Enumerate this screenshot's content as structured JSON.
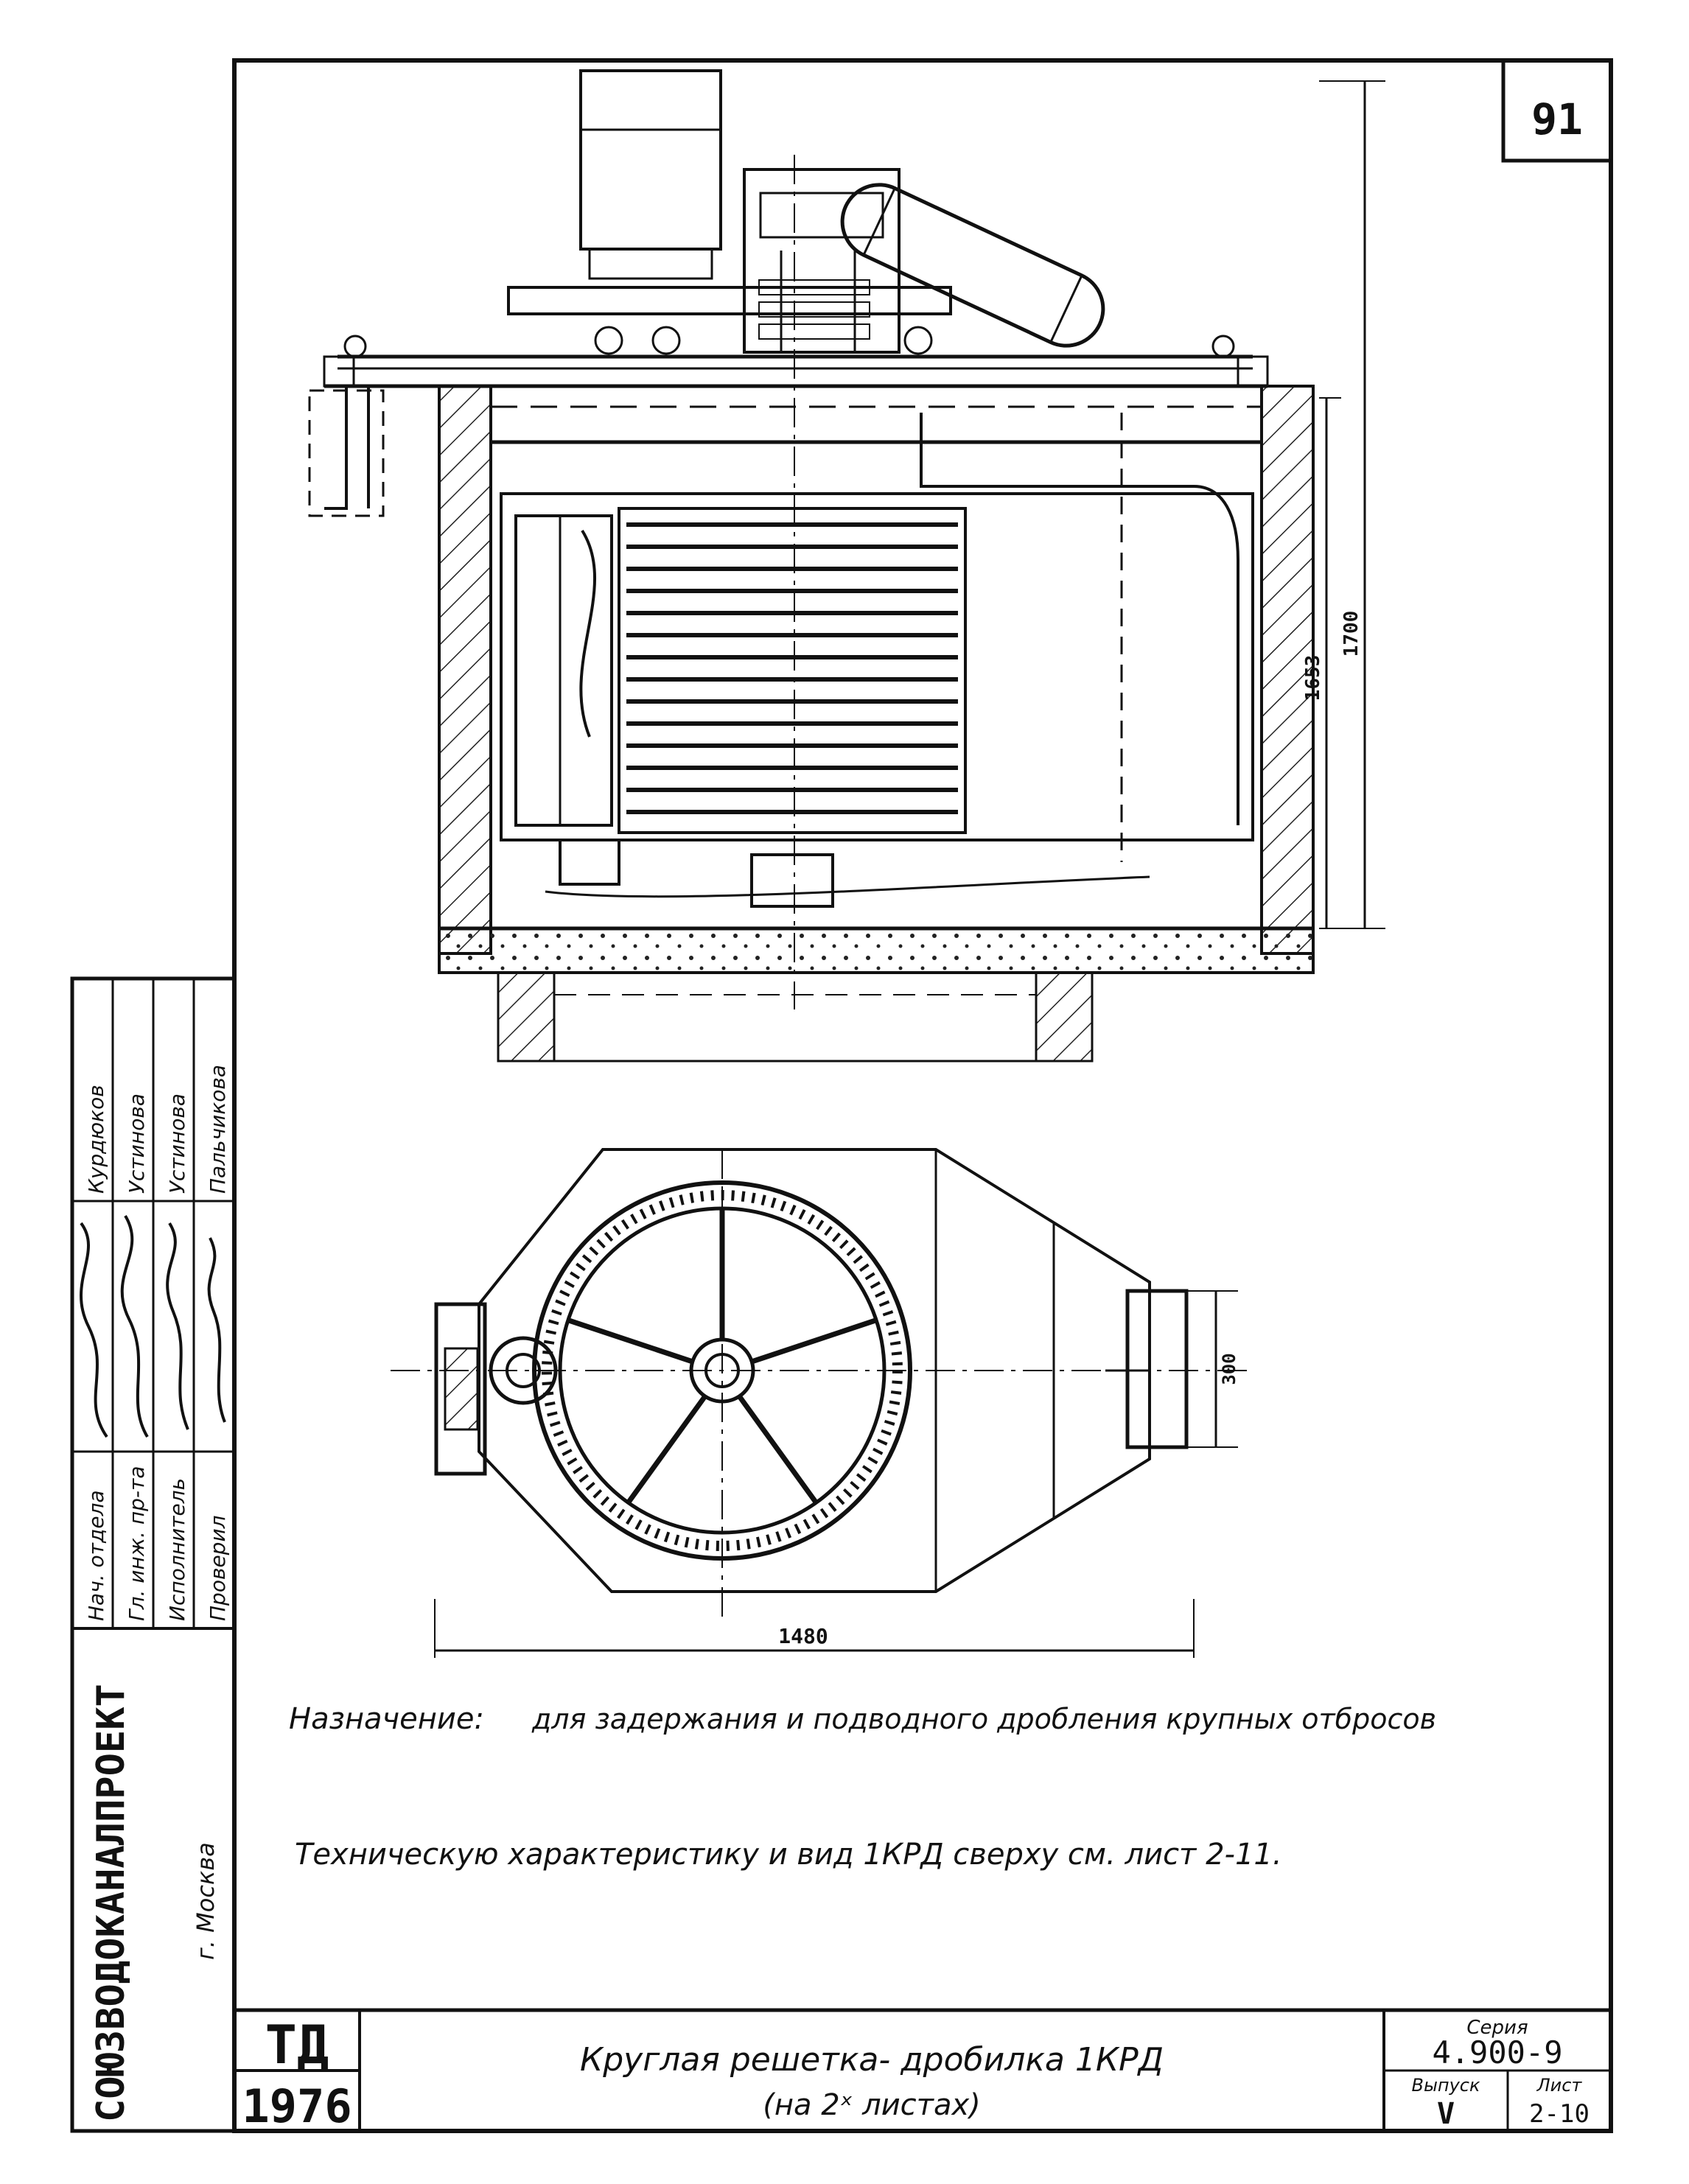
{
  "sheet_mark": "91",
  "dimensions": {
    "height_total": "1700",
    "height_pit": "1653",
    "plan_width": "1480",
    "outlet_width": "300"
  },
  "purpose": {
    "label": "Назначение:",
    "text": "для задержания и подводного дробления крупных отбросов"
  },
  "reference_note": "Техническую характеристику и вид 1КРД сверху см. лист 2-11.",
  "org_block": {
    "org_name": "СОЮЗВОДОКАНАЛПРОЕКТ",
    "city": "г. Москва",
    "roles": [
      "Нач. отдела",
      "Гл. инж. пр-та",
      "Исполнитель",
      "Проверил"
    ],
    "names": [
      "Курдюков",
      "Устинова",
      "Устинова",
      "Пальчикова"
    ]
  },
  "title_block": {
    "td_mark": "ТД",
    "year": "1976",
    "title": "Круглая решетка- дробилка 1КРД",
    "subtitle": "(на 2ˣ листах)",
    "series_label": "Серия",
    "series_value": "4.900-9",
    "issue_label": "Выпуск",
    "issue_value": "V",
    "sheet_label": "Лист",
    "sheet_value": "2-10"
  }
}
